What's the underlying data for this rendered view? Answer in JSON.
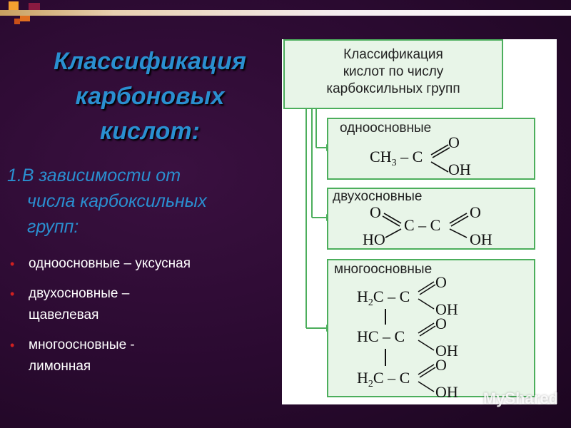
{
  "slide": {
    "title_lines": [
      "Классификация",
      "карбоновых",
      "кислот:"
    ],
    "subhead_lines": [
      "1.В зависимости от",
      "числа карбоксильных",
      "групп:"
    ],
    "bullets": [
      "одноосновные – уксусная",
      "двухосновные – щавелевая",
      "многоосновные - лимонная"
    ],
    "bullet_marker": "•"
  },
  "diagram": {
    "header_lines": [
      "Классификация",
      "кислот по числу",
      "карбоксильных групп"
    ],
    "mono": {
      "label": "одноосновные"
    },
    "di": {
      "label": "двухосновные"
    },
    "poly": {
      "label": "многоосновные"
    }
  },
  "watermark": "MyShared",
  "colors": {
    "title": "#2a8fd0",
    "bullet_marker": "#d02020",
    "box_fill": "#e8f5e8",
    "box_border": "#4cae5c"
  }
}
